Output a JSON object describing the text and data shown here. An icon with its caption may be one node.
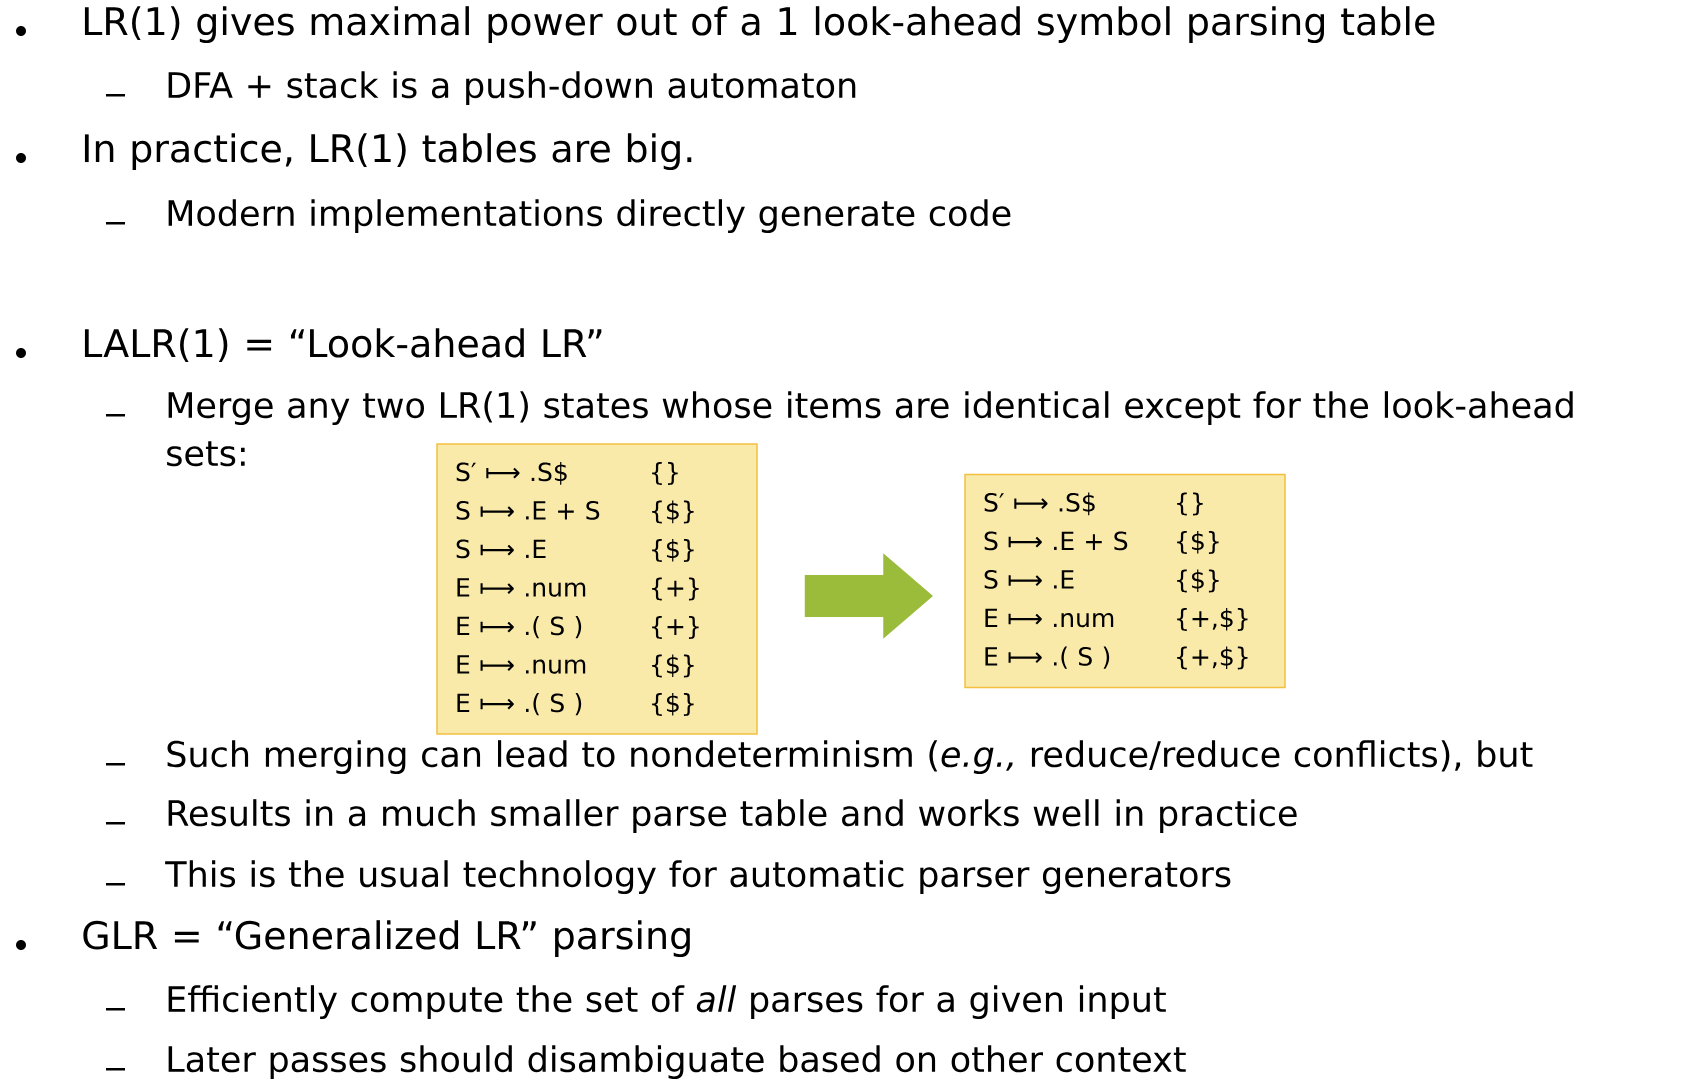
{
  "diagram": {
    "nodes": [
      {
        "text": [
          "S′ ⟼ .S$",
          "{}",
          "S ⟼ .E + S",
          "{$}",
          "S ⟼ .E",
          "{$}",
          "E ⟼ .num",
          "{+}",
          "E ⟼ .( S )",
          "{+}",
          "E ⟼ .num",
          "{$}",
          "E ⟼ .( S )",
          "{$}"
        ]
      },
      {
        "text": [
          "S′ ⟼ .S$",
          "{}",
          "S ⟼ .E + S",
          "{$}",
          "S ⟼ .E",
          "{$}",
          "E ⟼ .num",
          "{+,$}",
          "E ⟼ .( S )",
          "{+,$}"
        ]
      }
    ],
    "edges": [
      {
        "from": 0,
        "to": 1,
        "arrow": "to",
        "color": "#9bbb3b"
      }
    ],
    "labels": [
      "LR(1) gives maximal power out of a 1 look-ahead symbol parsing table",
      "DFA + stack is a push-down automaton",
      "In practice, LR(1) tables are big.",
      "Modern implementations directly generate code",
      "LALR(1)  = “Look-ahead LR”",
      "Merge any two LR(1) states whose items are identical except for the look-ahead sets:",
      "Such merging can lead to nondeterminism (*e.g.,* reduce/reduce conflicts), but",
      "Results in a much smaller parse table and works well in practice",
      "This is the usual technology for automatic parser generators",
      "GLR = “Generalized LR” parsing",
      "Efficiently compute the set of *all* parses for a given input",
      "Later passes should disambiguate based on other context"
    ]
  }
}
